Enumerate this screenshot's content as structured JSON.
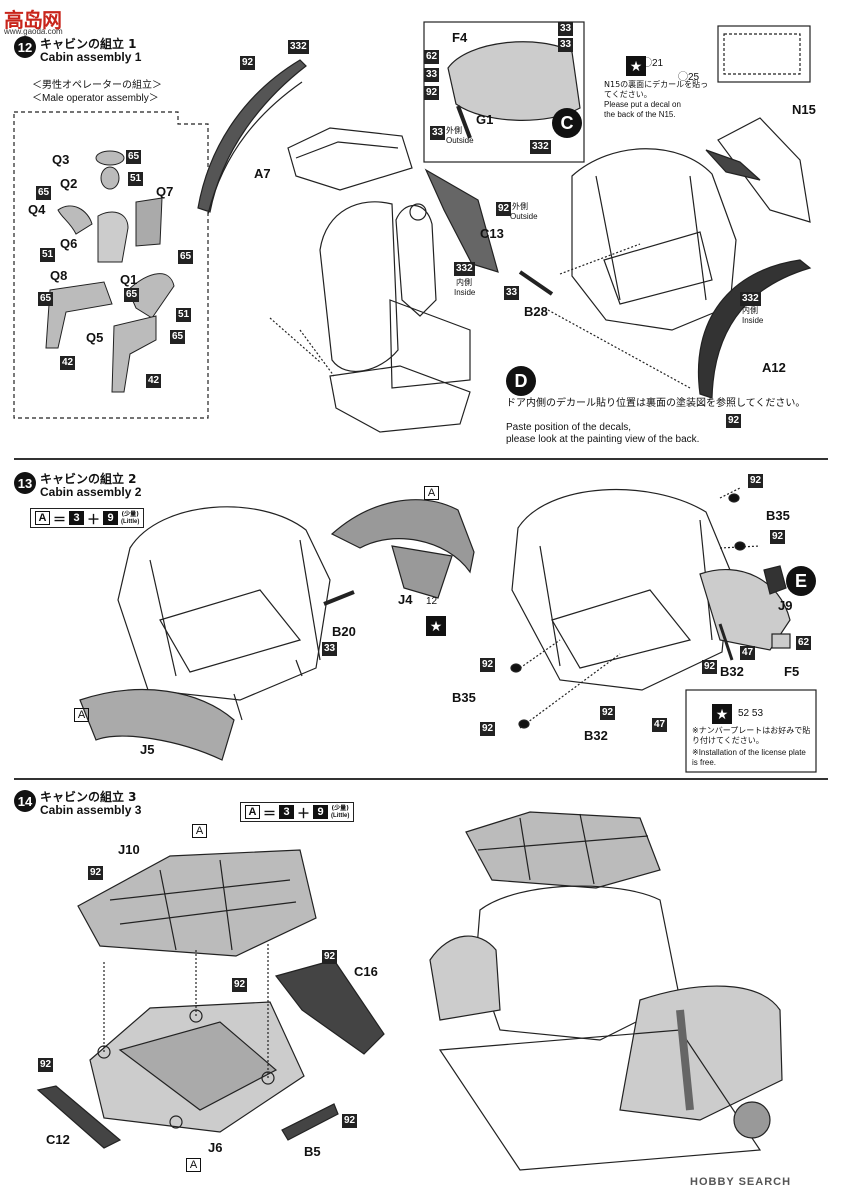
{
  "header": {
    "logo": "高岛网",
    "url": "www.gaoda.com",
    "footer_brand": "HOBBY SEARCH"
  },
  "step12": {
    "num": "12",
    "title_jp": "キャビンの組立 1",
    "title_en": "Cabin assembly 1",
    "sub_jp": "＜男性オペレーターの組立＞",
    "sub_en": "＜Male operator assembly＞",
    "figure_parts": [
      {
        "part": "Q3",
        "paint": "65",
        "paint2": "51"
      },
      {
        "part": "Q2"
      },
      {
        "part": "Q4",
        "paint": "65",
        "paint2": "51"
      },
      {
        "part": "Q7"
      },
      {
        "part": "Q6",
        "paint": "65"
      },
      {
        "part": "Q1",
        "paint": "65"
      },
      {
        "part": "Q8",
        "paint": "65",
        "paint2": "51"
      },
      {
        "part": "Q5",
        "paint": "65",
        "paint2": "42"
      }
    ],
    "labels": {
      "a7": "A7",
      "c13": "C13",
      "b28": "B28",
      "a12": "A12",
      "n15": "N15",
      "f4": "F4",
      "g1": "G1"
    },
    "paint": {
      "p332": "332",
      "p92": "92",
      "p33": "33",
      "p62": "62",
      "p65": "65",
      "p51": "51",
      "p42": "42",
      "p21": "21",
      "p25": "25"
    },
    "outside_jp": "外側",
    "outside_en": "Outside",
    "inside_jp": "内側",
    "inside_en": "Inside",
    "callout_c": "C",
    "callout_d": "D",
    "n15_note_jp": "N15の裏面にデカールを貼ってください。",
    "n15_note_en": "Please put a decal on the back of the N15.",
    "d_note_jp": "ドア内側のデカール貼り位置は裏面の塗装図を参照してください。",
    "d_note_en1": "Paste position of the decals,",
    "d_note_en2": "please look at the painting view of the back."
  },
  "step13": {
    "num": "13",
    "title_jp": "キャビンの組立 2",
    "title_en": "Cabin assembly 2",
    "formula": {
      "a": "A",
      "eq": "＝",
      "b": "3",
      "plus": "＋",
      "c": "9",
      "little_jp": "(少量)",
      "little_en": "(Little)"
    },
    "labels": {
      "j4": "J4",
      "b20": "B20",
      "j5": "J5",
      "b35": "B35",
      "j9": "J9",
      "b32": "B32",
      "f5": "F5"
    },
    "decal12": "12",
    "callout_e": "E",
    "plate_decals": [
      "52",
      "53"
    ],
    "plate_note_jp": "※ナンバープレートはお好みで貼り付けてください。",
    "plate_note_en": "※Installation of the license plate is free."
  },
  "step14": {
    "num": "14",
    "title_jp": "キャビンの組立 3",
    "title_en": "Cabin assembly 3",
    "labels": {
      "j10": "J10",
      "c16": "C16",
      "c12": "C12",
      "j6": "J6",
      "b5": "B5"
    }
  }
}
